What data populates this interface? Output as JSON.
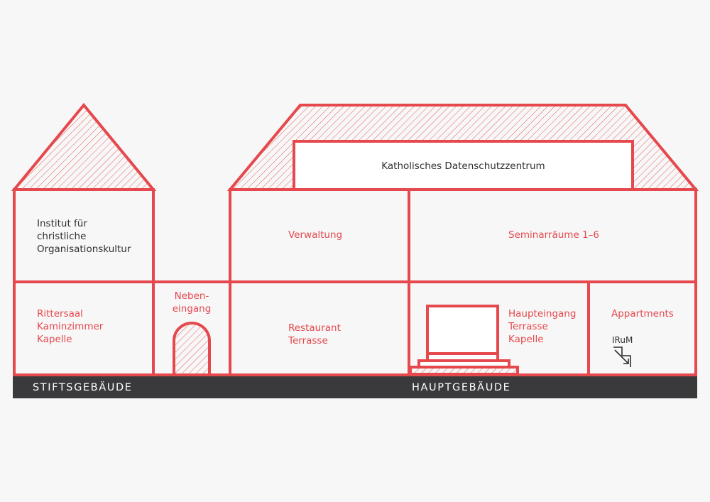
{
  "colors": {
    "accent": "#e5484d",
    "base_bar": "#3a3a3c",
    "background": "#f7f7f7",
    "text_dark": "#2f2f2f"
  },
  "stiftsgebaeude": {
    "upper_room": [
      "Institut für",
      "christliche",
      "Organisationskultur"
    ],
    "lower_room": [
      "Rittersaal",
      "Kaminzimmer",
      "Kapelle"
    ]
  },
  "nebeneingang": [
    "Neben-",
    "eingang"
  ],
  "hauptgebaeude": {
    "attic": "Katholisches Datenschutzzentrum",
    "verwaltung": "Verwaltung",
    "seminar": "Seminarräume 1–6",
    "restaurant": [
      "Restaurant",
      "Terrasse"
    ],
    "haupteingang": [
      "Haupteingang",
      "Terrasse",
      "Kapelle"
    ],
    "appartments": "Appartments",
    "irum_label": "IRuM"
  },
  "base": {
    "left_label": "STIFTSGEBÄUDE",
    "right_label": "HAUPTGEBÄUDE"
  },
  "icons": {
    "stairs": "stairs-icon"
  }
}
